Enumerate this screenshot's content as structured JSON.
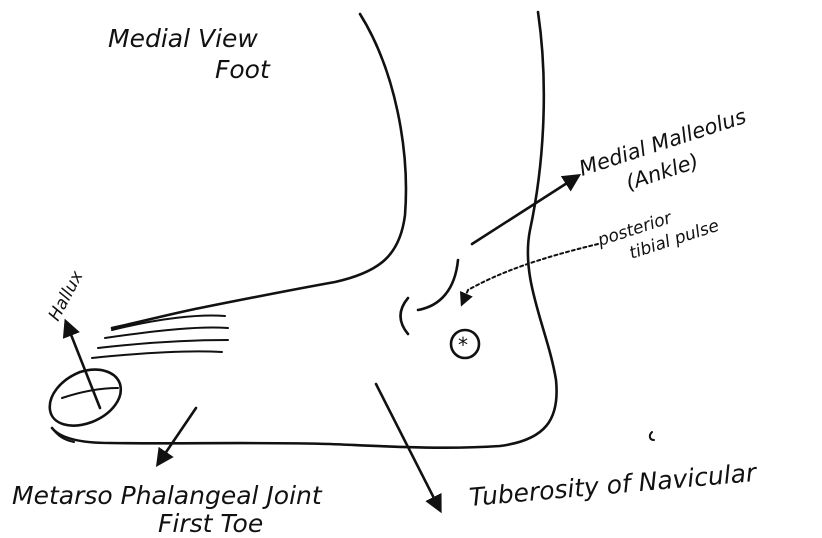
{
  "diagram": {
    "title_line1": "Medial View",
    "title_line2": "Foot",
    "labels": {
      "medial_malleolus_line1": "Medial Malleolus",
      "medial_malleolus_line2": "(Ankle)",
      "posterior_pulse_line1": "posterior",
      "posterior_pulse_line2": "tibial pulse",
      "hallux": "Hallux",
      "metatarso_line1": "Metarso Phalangeal Joint",
      "metatarso_line2": "First Toe",
      "navicular": "Tuberosity of Navicular"
    },
    "ink_color": "#111111",
    "background_color": "#ffffff"
  }
}
